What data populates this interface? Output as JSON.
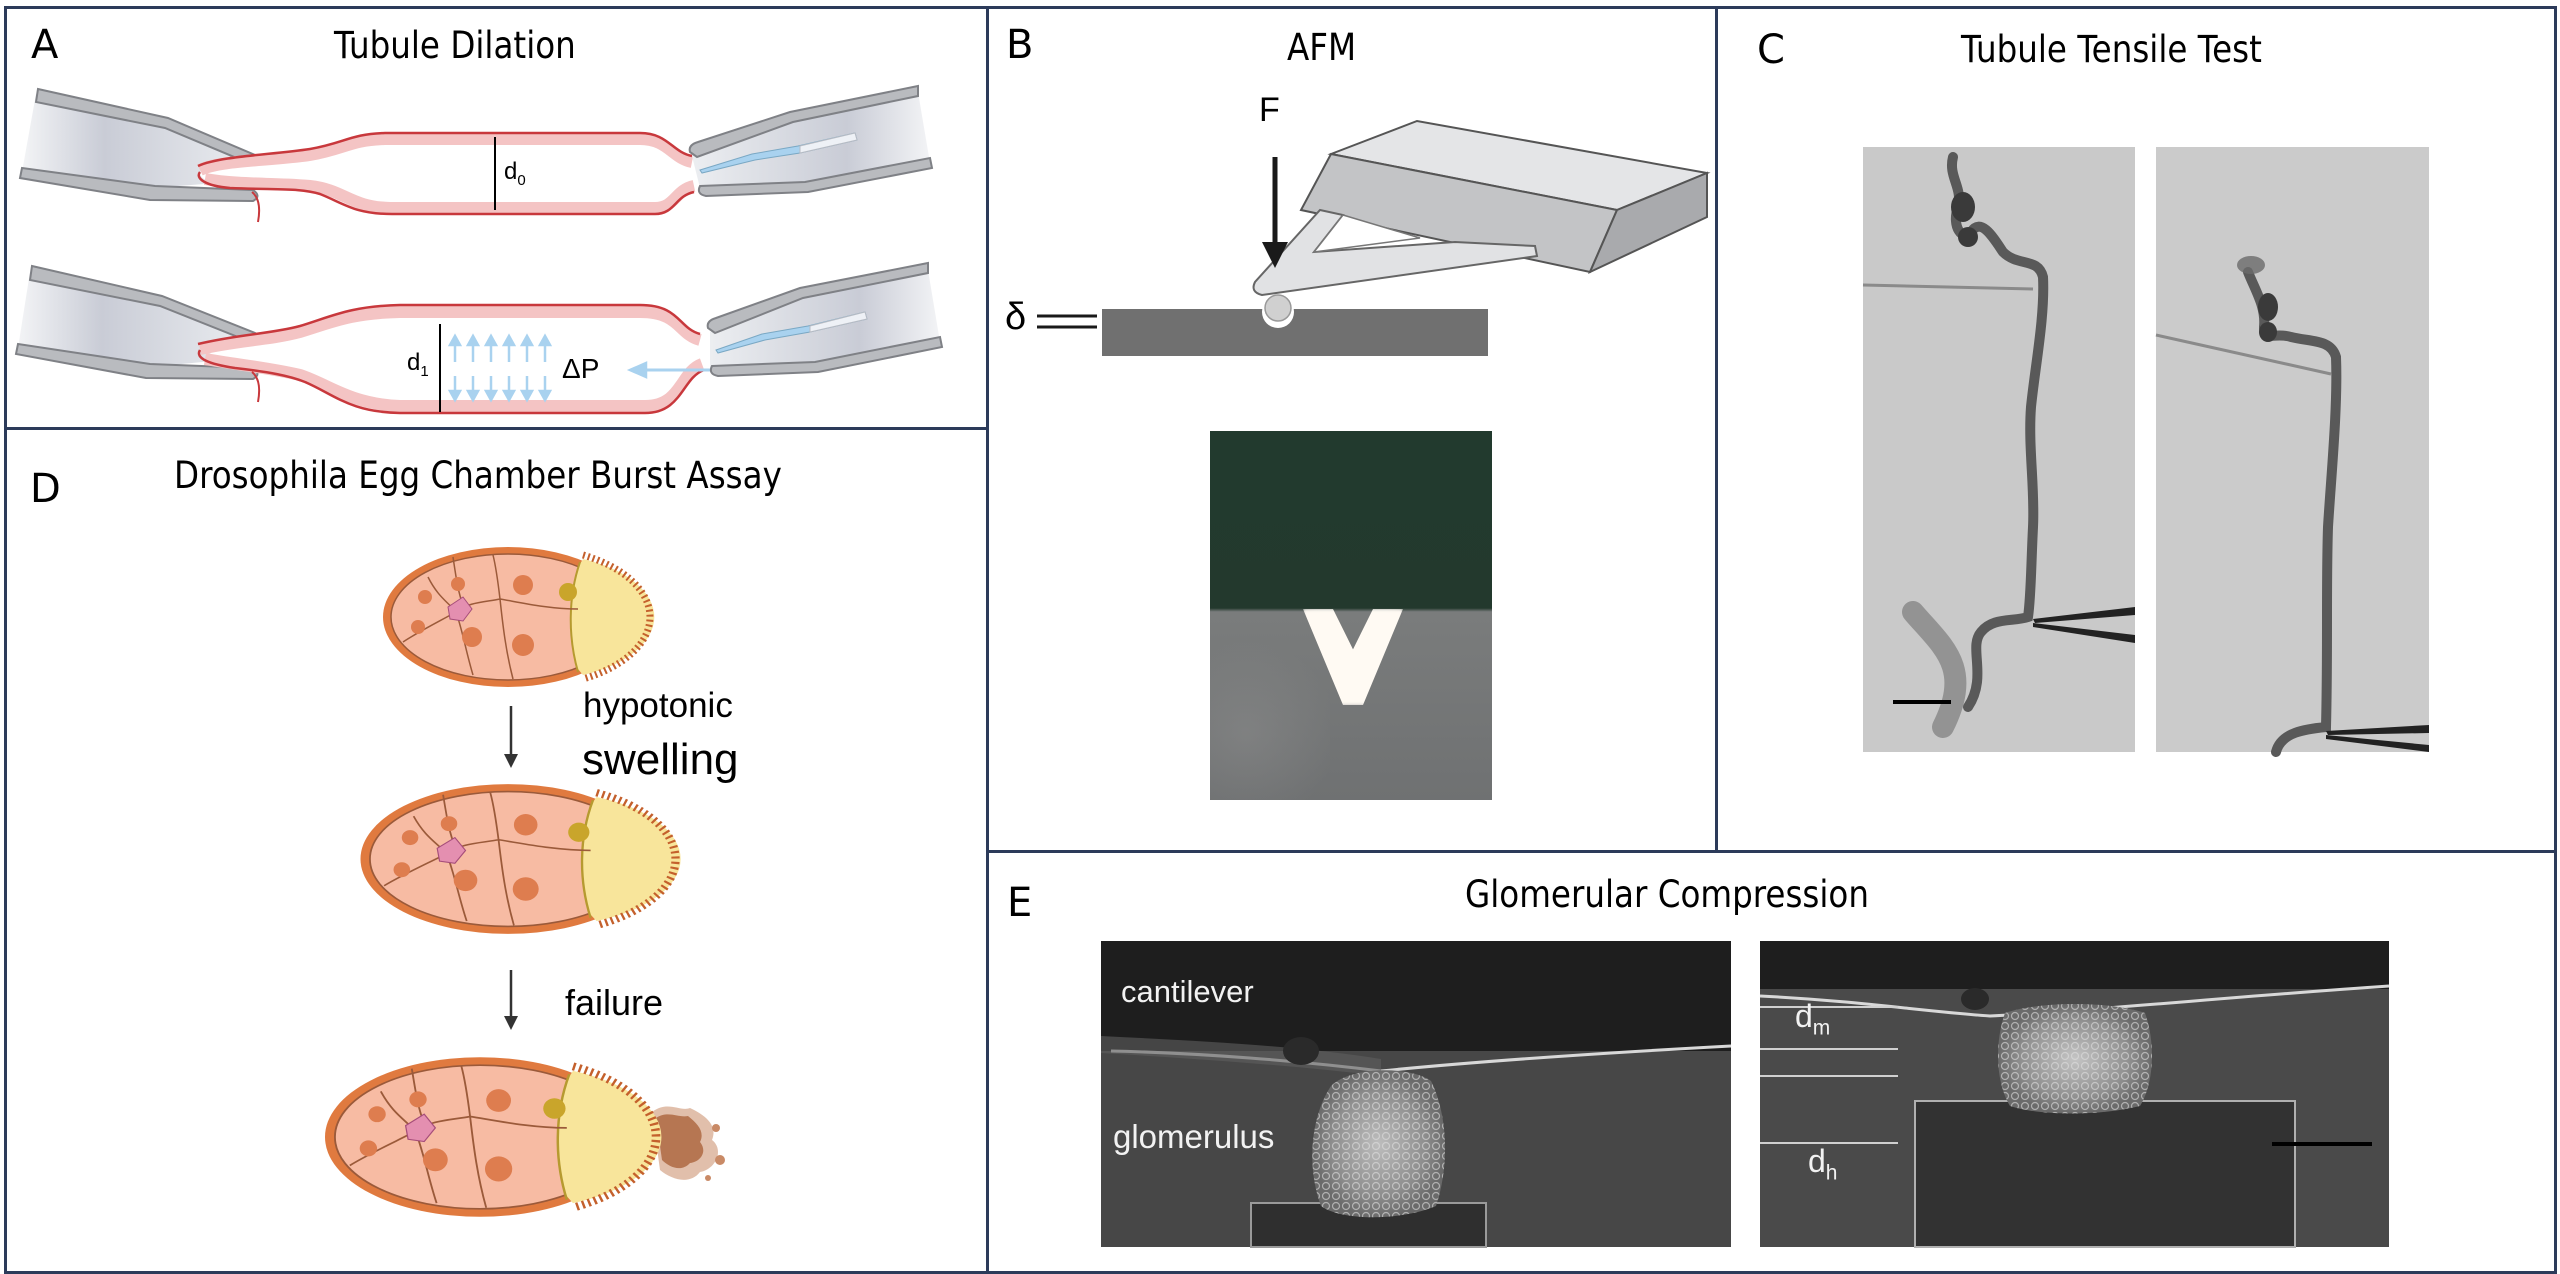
{
  "figure": {
    "panels": {
      "A": {
        "letter": "A",
        "title": "Tubule Dilation",
        "annotations": {
          "d0_base": "d",
          "d0_sub": "0",
          "d1_base": "d",
          "d1_sub": "1",
          "pressure": "ΔP"
        }
      },
      "B": {
        "letter": "B",
        "title": "AFM",
        "annotations": {
          "force": "F",
          "indentation": "δ"
        },
        "photo": "afm-cantilever-tip-micrograph"
      },
      "C": {
        "letter": "C",
        "title": "Tubule Tensile Test",
        "photos": [
          "tensile-test-before",
          "tensile-test-after"
        ],
        "has_scale_bar": true
      },
      "D": {
        "letter": "D",
        "title": "Drosophila Egg Chamber Burst Assay",
        "steps": [
          {
            "label_line1": "hypotonic",
            "label_line2": "swelling"
          },
          {
            "label_line1": "failure"
          }
        ]
      },
      "E": {
        "letter": "E",
        "title": "Glomerular Compression",
        "left_photo_labels": {
          "top": "cantilever",
          "bottom": "glomerulus"
        },
        "right_photo_labels": {
          "dm_base": "d",
          "dm_sub": "m",
          "dh_base": "d",
          "dh_sub": "h"
        },
        "has_scale_bar": true
      }
    },
    "colors": {
      "border": "#2c3b5a",
      "tubule_wall": "#c8383c",
      "tubule_fill": "#f4c4c4",
      "pipette_gray": "#b9bbbf",
      "flow_arrow": "#a9d2ef",
      "egg_outline": "#d9733a",
      "egg_cells": "#f7bba3",
      "oocyte": "#f8e59b",
      "nucleus": "#de7d4f"
    }
  }
}
